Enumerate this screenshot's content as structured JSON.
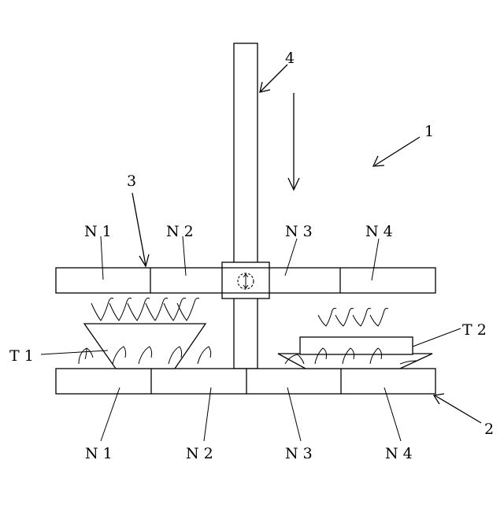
{
  "figure": {
    "ref_apparatus": "1",
    "ref_lower_plate": "2",
    "ref_upper_plate": "3",
    "ref_shaft": "4",
    "upper_zones": [
      "N 1",
      "N 2",
      "N 3",
      "N 4"
    ],
    "lower_zones": [
      "N 1",
      "N 2",
      "N 3",
      "N 4"
    ],
    "tray_left": "T 1",
    "tray_right": "T 2",
    "colors": {
      "line": "#000000",
      "background": "#ffffff"
    }
  }
}
